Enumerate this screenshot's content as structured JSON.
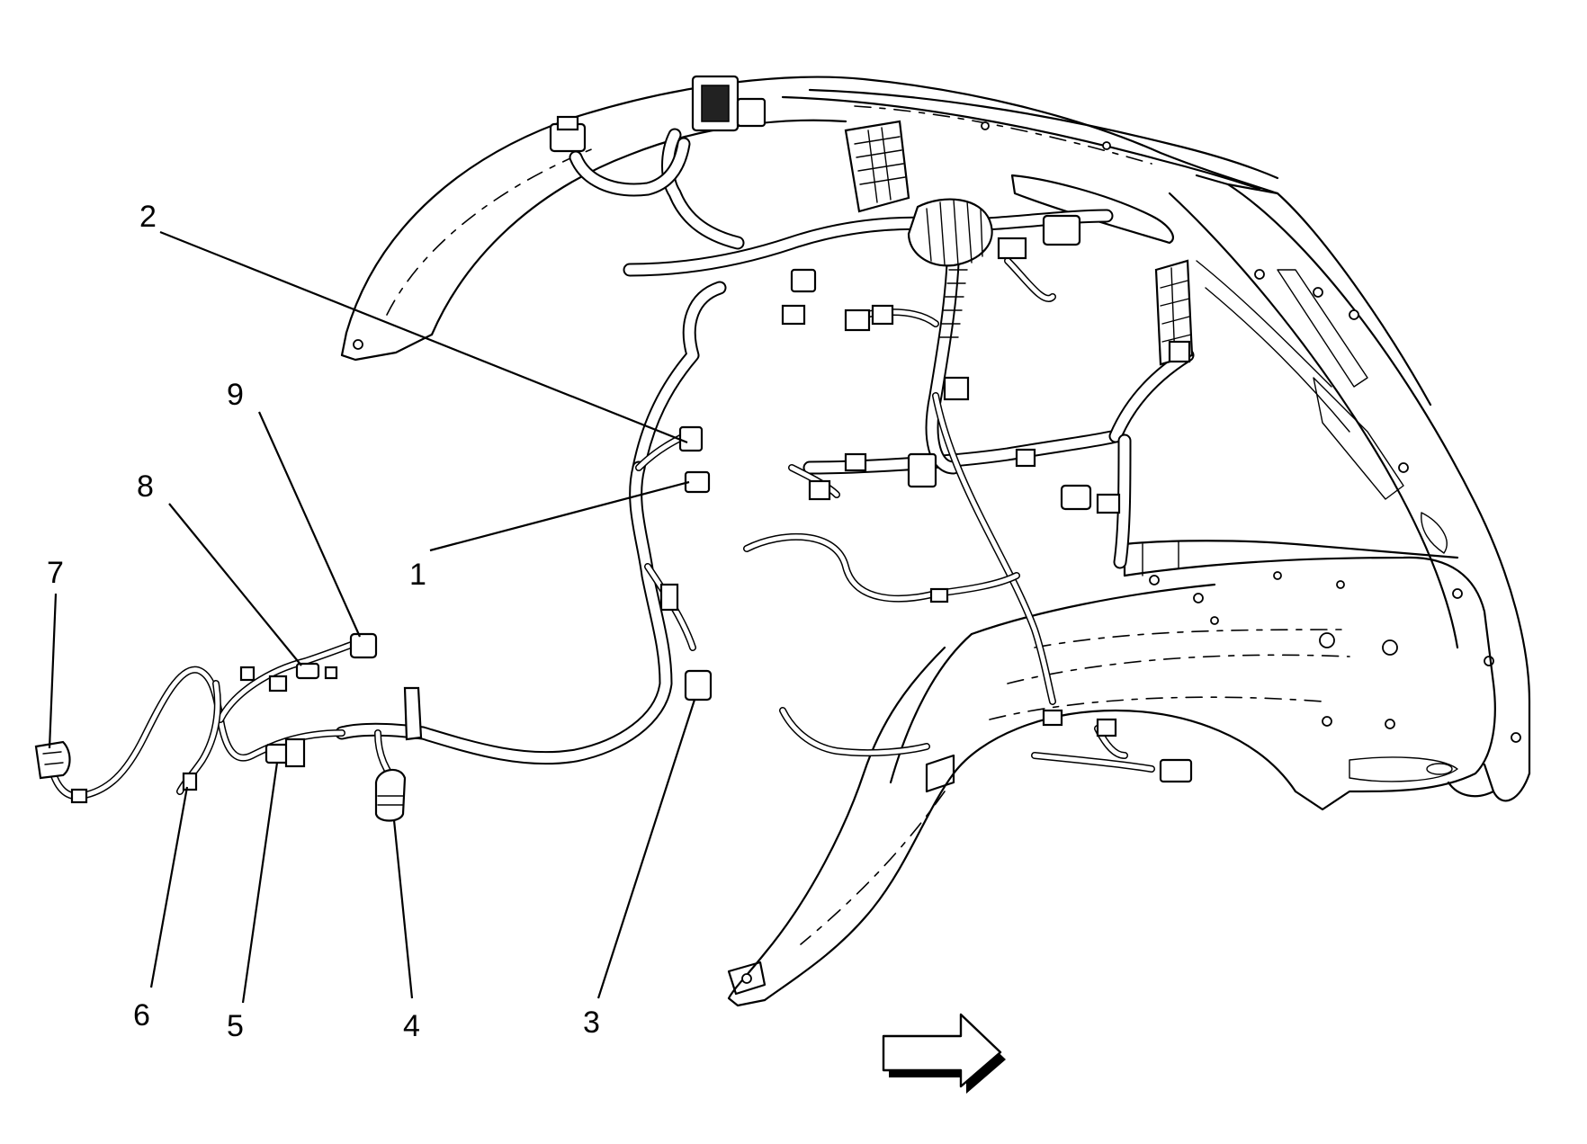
{
  "callouts": [
    {
      "id": "1",
      "label": "1"
    },
    {
      "id": "2",
      "label": "2"
    },
    {
      "id": "3",
      "label": "3"
    },
    {
      "id": "4",
      "label": "4"
    },
    {
      "id": "5",
      "label": "5"
    },
    {
      "id": "6",
      "label": "6"
    },
    {
      "id": "7",
      "label": "7"
    },
    {
      "id": "8",
      "label": "8"
    },
    {
      "id": "9",
      "label": "9"
    }
  ],
  "icons": {
    "direction_arrow": "arrow-right-icon"
  }
}
